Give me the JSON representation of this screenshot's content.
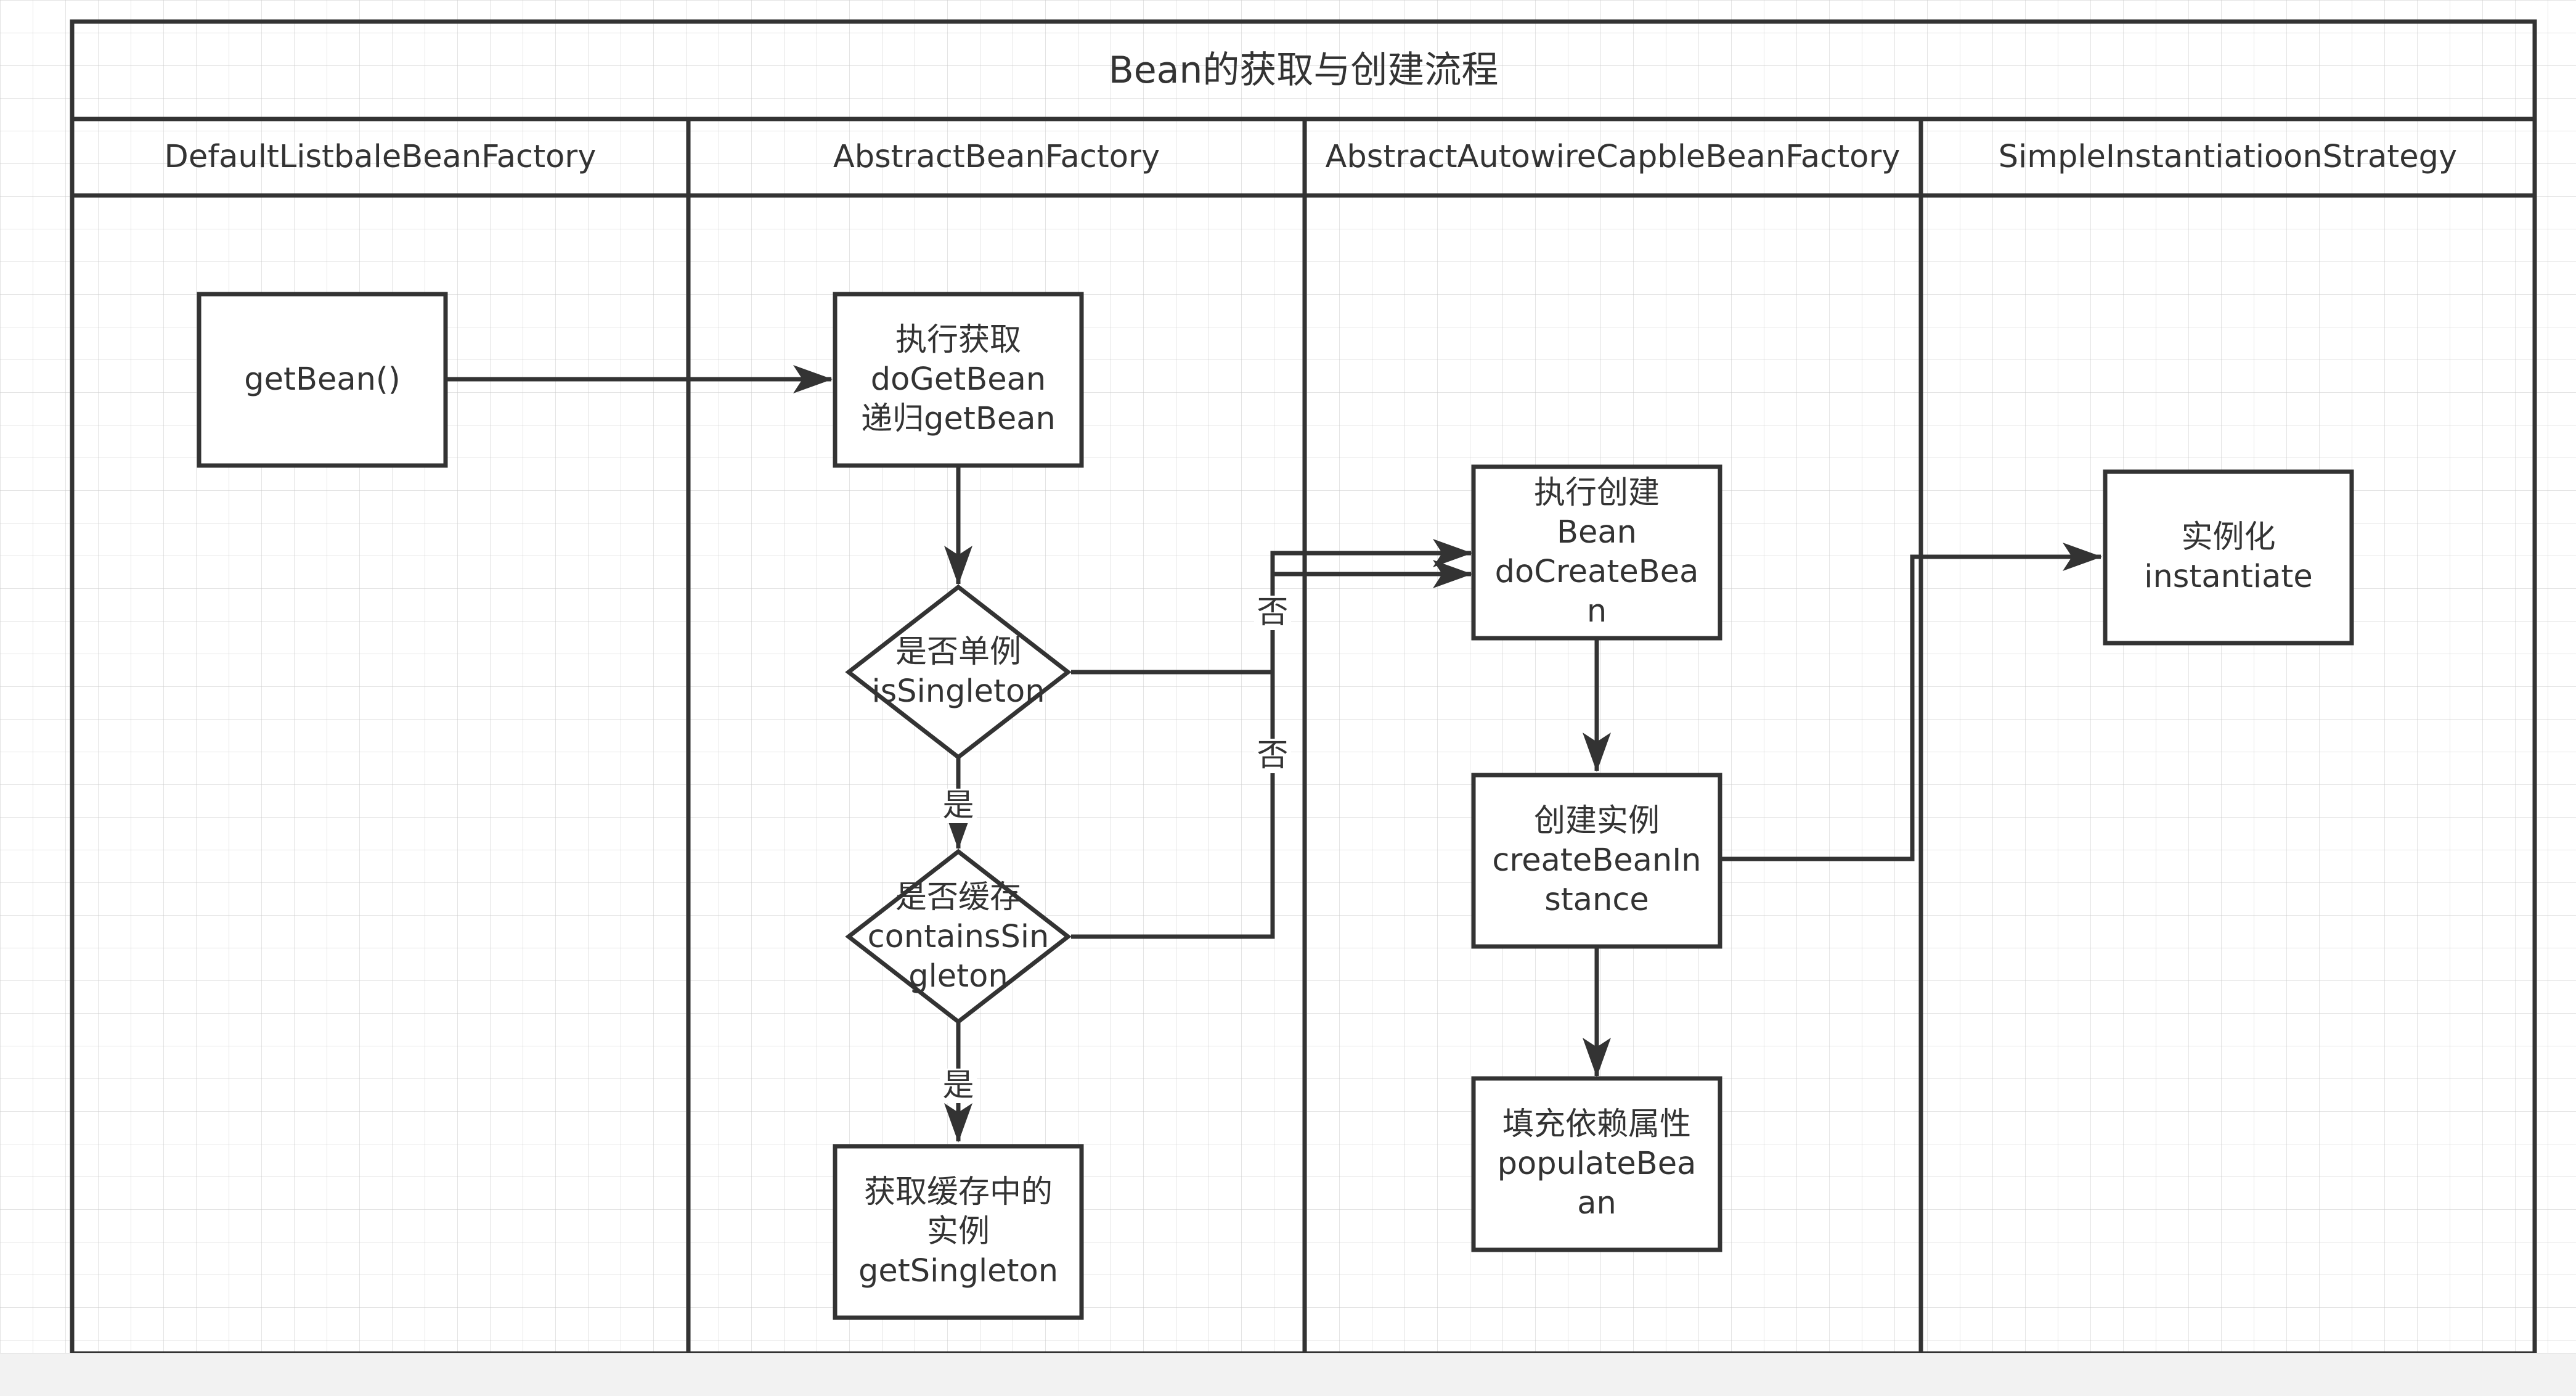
{
  "diagram": {
    "title": "Bean的获取与创建流程",
    "lanes": [
      {
        "id": "lane1",
        "label": "DefaultListbaleBeanFactory"
      },
      {
        "id": "lane2",
        "label": "AbstractBeanFactory"
      },
      {
        "id": "lane3",
        "label": "AbstractAutowireCapbleBeanFactory"
      },
      {
        "id": "lane4",
        "label": "SimpleInstantiatioonStrategy"
      }
    ],
    "nodes": {
      "get_bean": {
        "label": "getBean()",
        "shape": "rect"
      },
      "do_get_bean": {
        "label": "执行获取\ndoGetBean\n递归getBean",
        "shape": "rect"
      },
      "is_singleton": {
        "label": "是否单例\nisSingleton",
        "shape": "diamond"
      },
      "contains_singleton": {
        "label": "是否缓存\ncontainsSin\ngleton",
        "shape": "diamond"
      },
      "get_singleton": {
        "label": "获取缓存中的\n实例\ngetSingleton",
        "shape": "rect"
      },
      "do_create_bean": {
        "label": "执行创建\nBean\ndoCreateBea\nn",
        "shape": "rect"
      },
      "create_bean_instance": {
        "label": "创建实例\ncreateBeanIn\nstance",
        "shape": "rect"
      },
      "populate_bean": {
        "label": "填充依赖属性\npopulateBea\nan",
        "shape": "rect"
      },
      "instantiate": {
        "label": "实例化\ninstantiate",
        "shape": "rect"
      }
    },
    "edge_labels": {
      "singleton_yes": "是",
      "cache_yes": "是",
      "singleton_no": "否",
      "cache_no": "否"
    }
  },
  "colors": {
    "stroke": "#333333",
    "text": "#333333",
    "grid": "#cdcdcd",
    "background": "#ffffff"
  }
}
